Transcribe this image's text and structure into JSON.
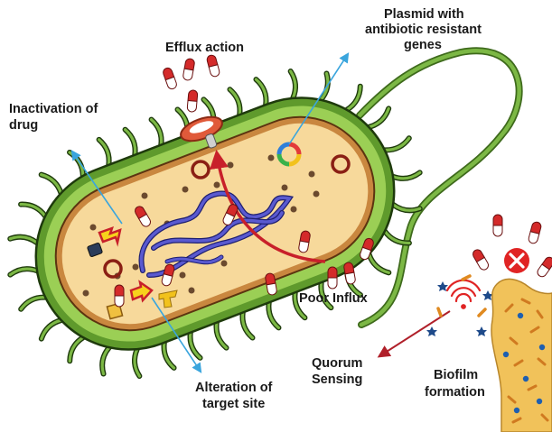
{
  "labels": {
    "efflux": "Efflux action",
    "plasmid_line1": "Plasmid with",
    "plasmid_line2": "antibiotic resistant",
    "plasmid_line3": "genes",
    "inactivation_line1": "Inactivation of",
    "inactivation_line2": "drug",
    "poor_influx": "Poor Influx",
    "quorum_line1": "Quorum",
    "quorum_line2": "Sensing",
    "alteration_line1": "Alteration of",
    "alteration_line2": "target site",
    "biofilm_line1": "Biofilm",
    "biofilm_line2": "formation"
  },
  "colors": {
    "outer_membrane": "#5f9a2c",
    "pili": "#6fae3a",
    "cytoplasm": "#f7d99b",
    "cell_wall": "#c9873f",
    "dna": "#3c3ca8",
    "capsule_red": "#d42a2a",
    "pointer_blue": "#3aa5dd",
    "influx_red": "#c8202a",
    "quorum_arrow": "#b0202a",
    "biofilm": "#f1c25a",
    "block_red": "#e02424",
    "arrow_yellow": "#f7d21c"
  },
  "icons": {
    "efflux_pump": "efflux-pump-icon",
    "plasmid": "plasmid-ring-icon",
    "blocked": "blocked-x-icon",
    "signal": "wifi-signal-icon"
  }
}
